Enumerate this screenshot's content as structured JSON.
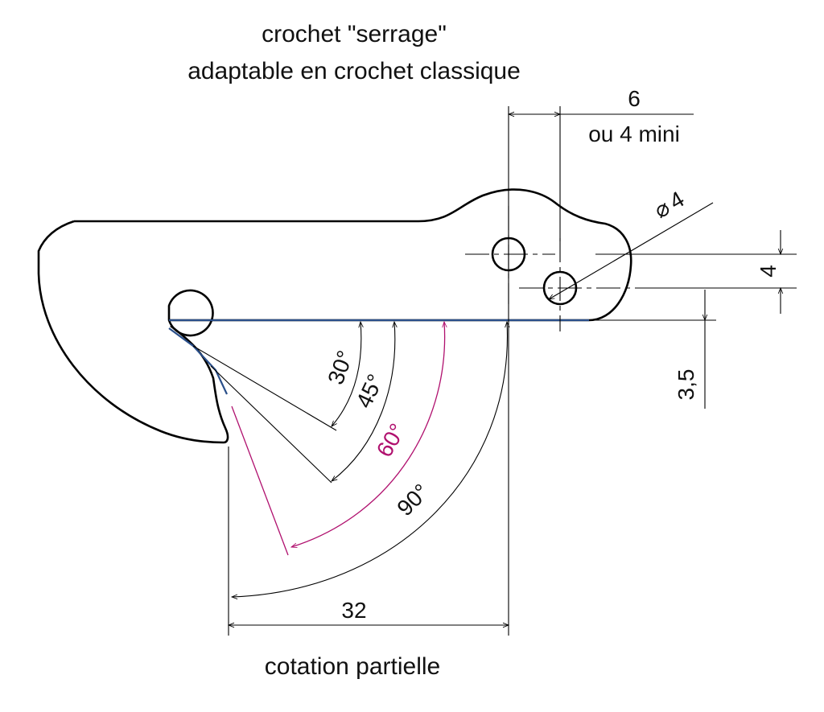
{
  "title": {
    "line1": "crochet \"serrage\"",
    "line2": "adaptable en crochet classique"
  },
  "dimensions": {
    "offset_top": "6",
    "offset_top_alt": "ou 4 mini",
    "hole_diameter_symbol": "⌀",
    "hole_diameter": "4",
    "vertical_spacing": "4",
    "bottom_offset": "3,5",
    "total_length": "32"
  },
  "angles": [
    {
      "label": "30°",
      "value": 30
    },
    {
      "label": "45°",
      "value": 45
    },
    {
      "label": "60°",
      "value": 60,
      "highlight": true
    },
    {
      "label": "90°",
      "value": 90
    }
  ],
  "caption": "cotation partielle",
  "colors": {
    "line": "#000000",
    "highlight": "#b0106e",
    "edge": "#2a4f8a"
  }
}
